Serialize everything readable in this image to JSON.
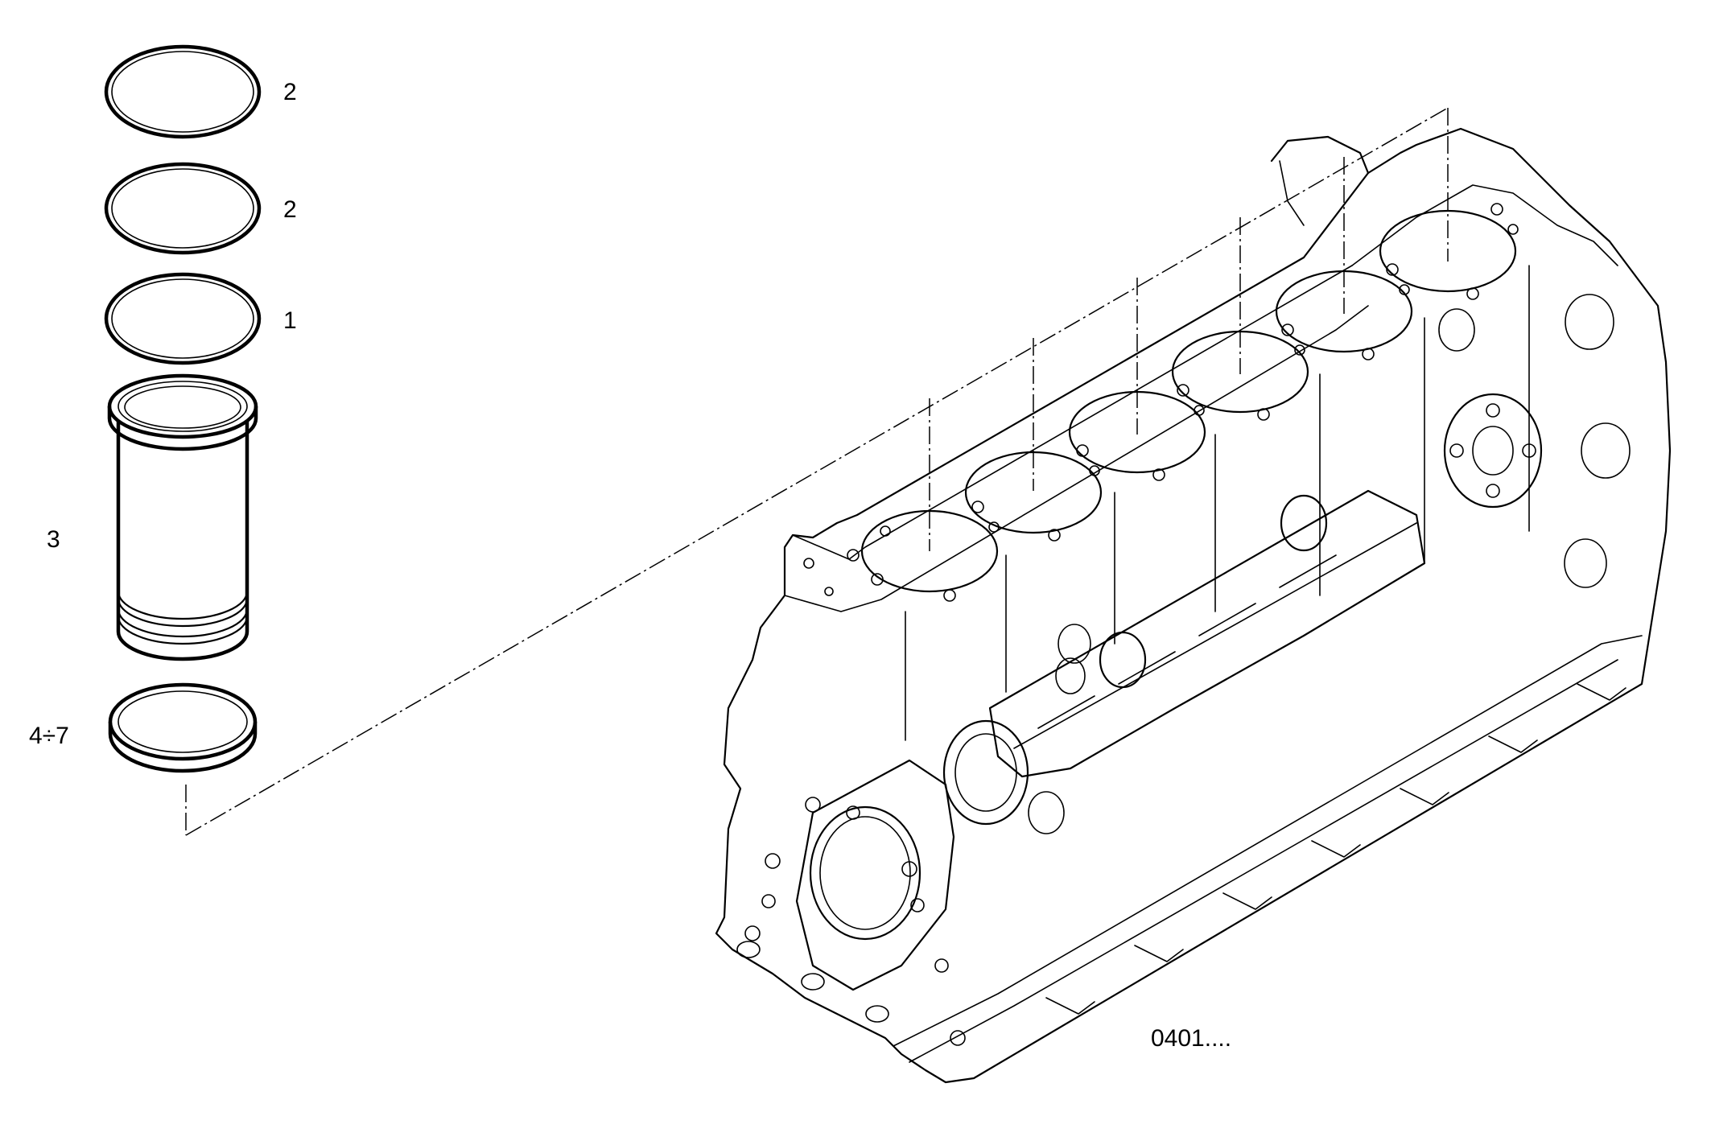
{
  "callouts": [
    {
      "id": "seal-ring-upper-a",
      "text": "2"
    },
    {
      "id": "seal-ring-upper-b",
      "text": "2"
    },
    {
      "id": "seal-ring-1",
      "text": "1"
    },
    {
      "id": "cylinder-liner",
      "text": "3"
    },
    {
      "id": "shim-ring",
      "text": "4÷7"
    }
  ],
  "drawing_code": "0401...."
}
